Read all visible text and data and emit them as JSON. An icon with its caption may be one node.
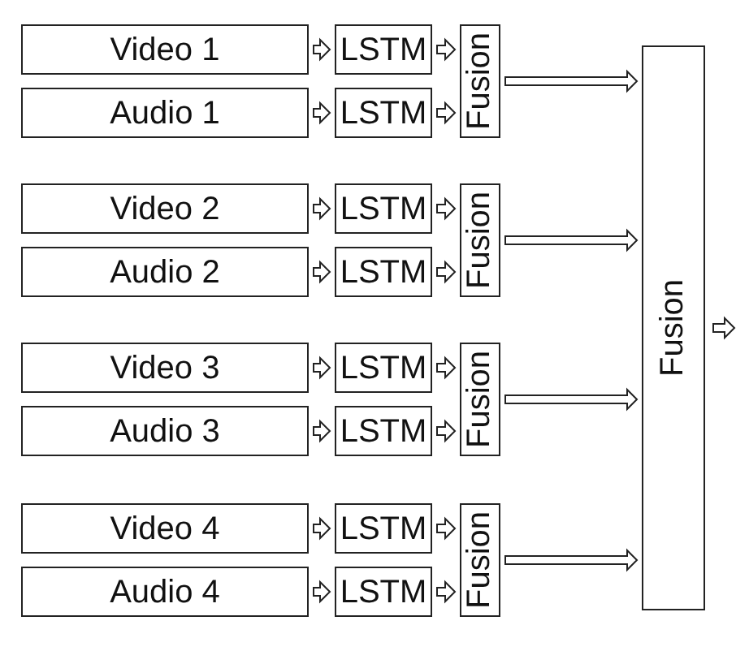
{
  "diagram": {
    "nodes": [
      {
        "text": [
          "Video 1"
        ]
      },
      {
        "text": [
          "Audio 1"
        ]
      },
      {
        "text": [
          "LSTM"
        ]
      },
      {
        "text": [
          "LSTM"
        ]
      },
      {
        "text": [
          "Fusion"
        ]
      },
      {
        "text": [
          "Video 2"
        ]
      },
      {
        "text": [
          "Audio 2"
        ]
      },
      {
        "text": [
          "LSTM"
        ]
      },
      {
        "text": [
          "LSTM"
        ]
      },
      {
        "text": [
          "Fusion"
        ]
      },
      {
        "text": [
          "Video 3"
        ]
      },
      {
        "text": [
          "Audio 3"
        ]
      },
      {
        "text": [
          "LSTM"
        ]
      },
      {
        "text": [
          "LSTM"
        ]
      },
      {
        "text": [
          "Fusion"
        ]
      },
      {
        "text": [
          "Video 4"
        ]
      },
      {
        "text": [
          "Audio 4"
        ]
      },
      {
        "text": [
          "LSTM"
        ]
      },
      {
        "text": [
          "LSTM"
        ]
      },
      {
        "text": [
          "Fusion"
        ]
      },
      {
        "text": [
          "Fusion"
        ]
      }
    ],
    "edges": [
      {
        "from": 0,
        "to": 2,
        "arrow": "to"
      },
      {
        "from": 1,
        "to": 3,
        "arrow": "to"
      },
      {
        "from": 2,
        "to": 4,
        "arrow": "to"
      },
      {
        "from": 3,
        "to": 4,
        "arrow": "to"
      },
      {
        "from": 4,
        "to": 20,
        "arrow": "to"
      },
      {
        "from": 5,
        "to": 7,
        "arrow": "to"
      },
      {
        "from": 6,
        "to": 8,
        "arrow": "to"
      },
      {
        "from": 7,
        "to": 9,
        "arrow": "to"
      },
      {
        "from": 8,
        "to": 9,
        "arrow": "to"
      },
      {
        "from": 9,
        "to": 20,
        "arrow": "to"
      },
      {
        "from": 10,
        "to": 12,
        "arrow": "to"
      },
      {
        "from": 11,
        "to": 13,
        "arrow": "to"
      },
      {
        "from": 12,
        "to": 14,
        "arrow": "to"
      },
      {
        "from": 13,
        "to": 14,
        "arrow": "to"
      },
      {
        "from": 14,
        "to": 20,
        "arrow": "to"
      },
      {
        "from": 15,
        "to": 17,
        "arrow": "to"
      },
      {
        "from": 16,
        "to": 18,
        "arrow": "to"
      },
      {
        "from": 17,
        "to": 19,
        "arrow": "to"
      },
      {
        "from": 18,
        "to": 19,
        "arrow": "to"
      },
      {
        "from": 19,
        "to": 20,
        "arrow": "to"
      },
      {
        "from": 20,
        "to": null,
        "arrow": "to"
      }
    ]
  }
}
